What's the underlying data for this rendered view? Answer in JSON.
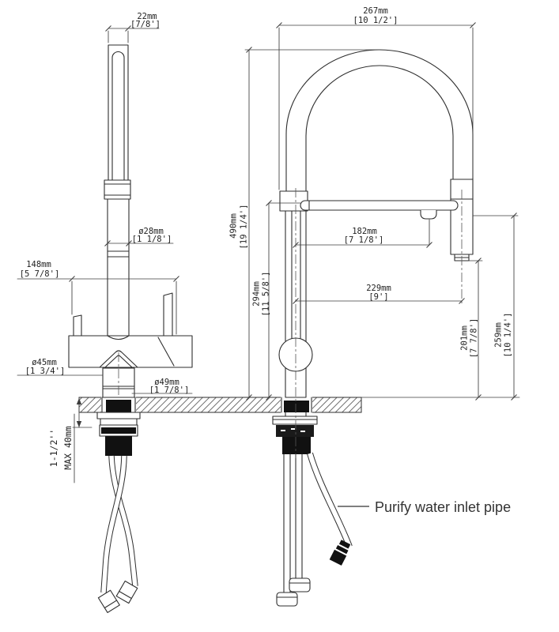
{
  "title": "Kitchen faucet installation dimension drawing",
  "colors": {
    "drawing_line": "#2e2e2e",
    "dimension_line": "#3c3c3c",
    "fill_black": "#111111",
    "background": "#ffffff",
    "label_text": "#1f1f1f"
  },
  "dimensions": {
    "spout_tube_width": {
      "mm": "22mm",
      "in": "[7/8']"
    },
    "gooseneck_width": {
      "mm": "267mm",
      "in": "[10 1/2']"
    },
    "riser_diameter": {
      "mm": "ø28mm",
      "in": "[1 1/8']"
    },
    "handle_span": {
      "mm": "148mm",
      "in": "[5 7/8']"
    },
    "body_diameter": {
      "mm": "ø45mm",
      "in": "[1 3/4']"
    },
    "base_diameter": {
      "mm": "ø49mm",
      "in": "[1 7/8']"
    },
    "total_height": {
      "mm": "490mm",
      "in": "[19 1/4']"
    },
    "spout_height": {
      "mm": "294mm",
      "in": "[11 5/8']"
    },
    "nozzle_offset": {
      "mm": "182mm",
      "in": "[7 1/8']"
    },
    "spout_reach": {
      "mm": "229mm",
      "in": "[9']"
    },
    "outlet_height": {
      "mm": "201mm",
      "in": "[7 7/8']"
    },
    "head_height": {
      "mm": "259mm",
      "in": "[10 1/4']"
    },
    "counter_thickness": {
      "line1": "1-1/2''",
      "line2": "MAX 40mm"
    }
  },
  "annotations": {
    "purify_label": "Purify water inlet pipe"
  }
}
